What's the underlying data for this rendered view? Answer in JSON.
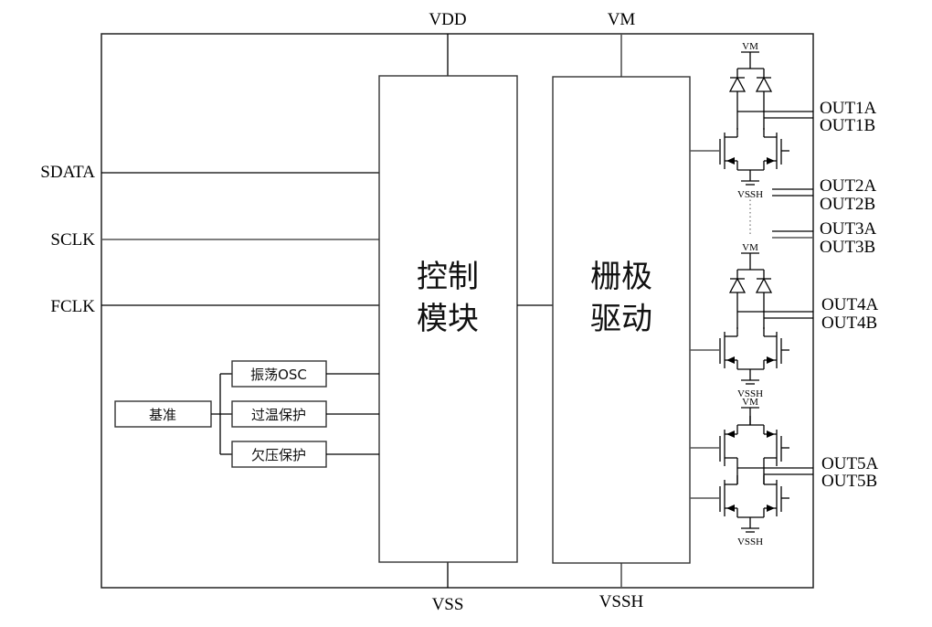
{
  "title": "Motor driver chip block diagram",
  "power_pins": {
    "top": [
      "VDD",
      "VM"
    ],
    "bottom": [
      "VSS",
      "VSSH"
    ]
  },
  "inputs": [
    "SDATA",
    "SCLK",
    "FCLK"
  ],
  "blocks": {
    "control": {
      "line1": "控制",
      "line2": "模块"
    },
    "gate_driver": {
      "line1": "栅极",
      "line2": "驱动"
    },
    "reference": "基准",
    "sub_blocks": [
      "振荡OSC",
      "过温保护",
      "欠压保护"
    ]
  },
  "outputs": [
    "OUT1A",
    "OUT1B",
    "OUT2A",
    "OUT2B",
    "OUT3A",
    "OUT3B",
    "OUT4A",
    "OUT4B",
    "OUT5A",
    "OUT5B"
  ],
  "stage_labels": {
    "supply": "VM",
    "ground": "VSSH"
  }
}
